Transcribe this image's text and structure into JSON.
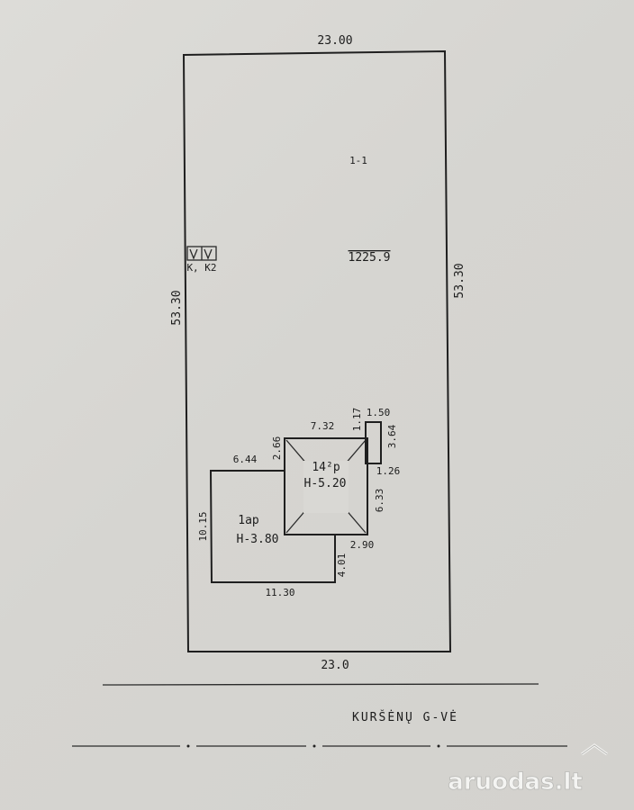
{
  "plot": {
    "top_width": "23.00",
    "bottom_width": "23.0",
    "left_length": "53.30",
    "right_length": "53.30",
    "area": "1225.9",
    "tree_label": "K, K2",
    "mark": "1-1"
  },
  "building_main": {
    "label": "1ap",
    "height": "H-3.80",
    "dims": {
      "top": "6.44",
      "left": "10.15",
      "bottom": "11.30",
      "right_lower": "4.01"
    }
  },
  "building_second": {
    "label": "14²p",
    "height": "H-5.20",
    "dims": {
      "top": "7.32",
      "left": "2.66",
      "right": "6.33",
      "bottom": "2.90"
    }
  },
  "porch": {
    "dims": {
      "top": "1.50",
      "side": "1.17",
      "height": "3.64",
      "bottom": "1.26"
    }
  },
  "street": {
    "name": "KURŠĖNŲ G-VĖ"
  },
  "watermark": {
    "text": "aruodas.lt"
  }
}
